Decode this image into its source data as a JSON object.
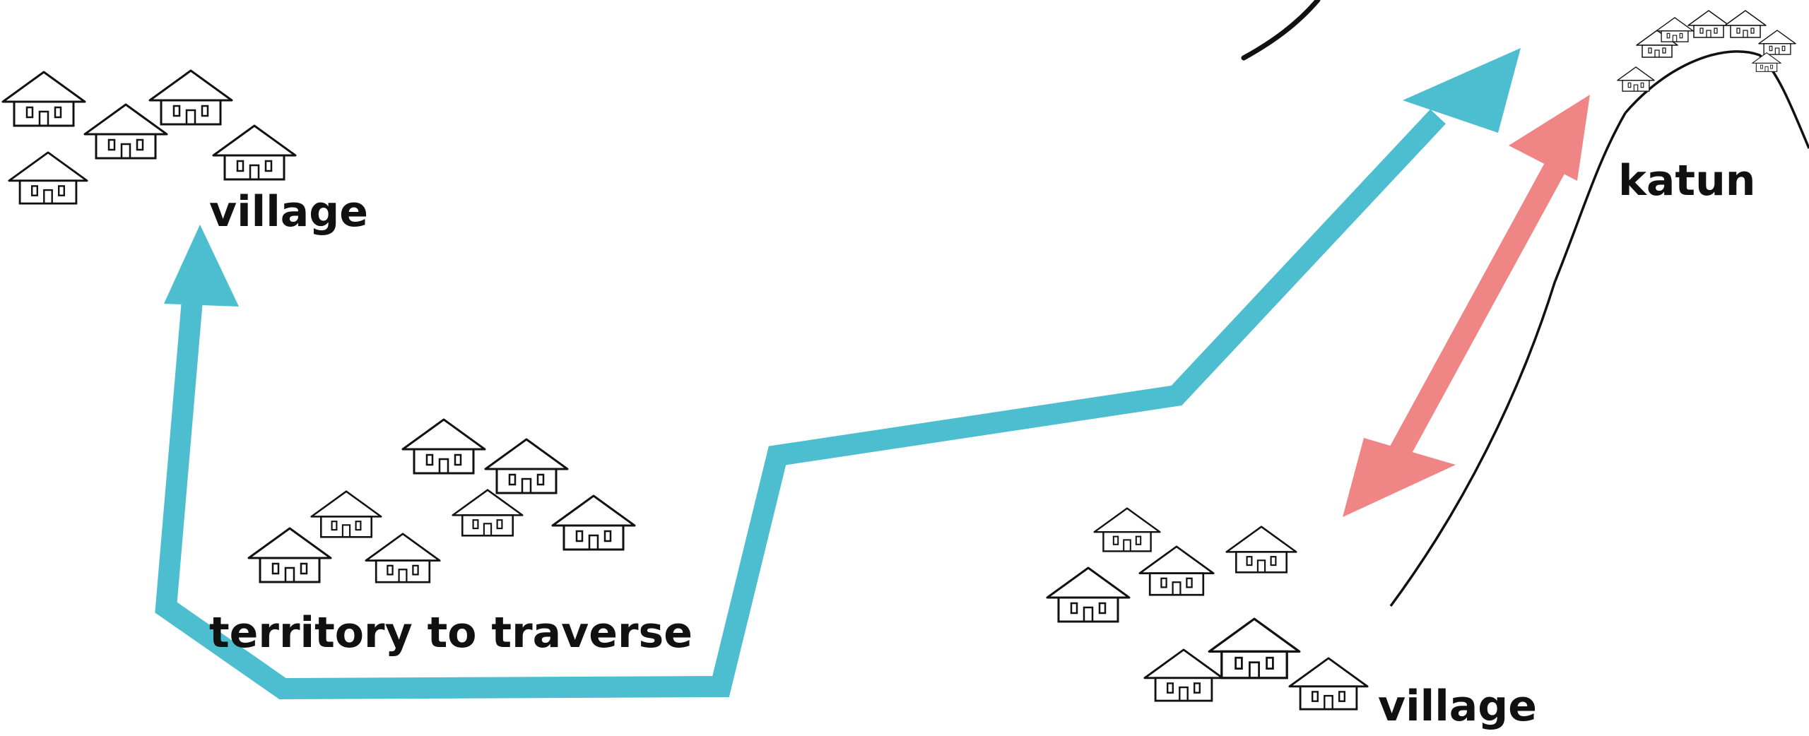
{
  "labels": {
    "village_top_left": "village",
    "territory": "territory to traverse",
    "village_bottom_right": "village",
    "katun": "katun"
  },
  "colors": {
    "route_arrow": "#4dbdd0",
    "transhumance_arrow": "#ef8585",
    "ink": "#111111",
    "background": "#ffffff"
  },
  "icons": [
    "house-icon",
    "mountain-icon"
  ]
}
